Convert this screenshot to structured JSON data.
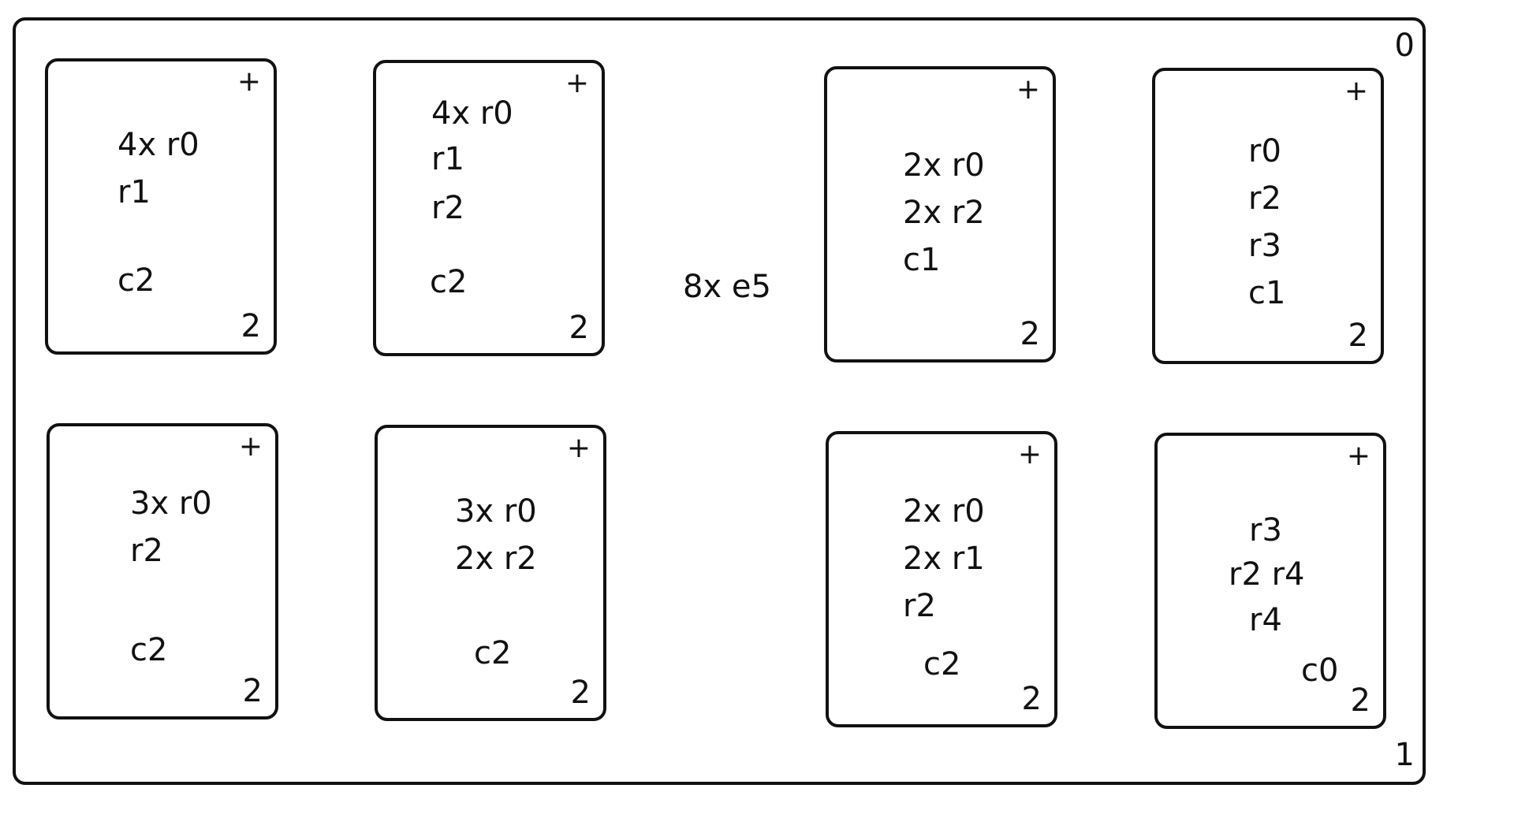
{
  "outer": {
    "top_right_label": "0",
    "bottom_right_label": "1"
  },
  "center_label": "8x e5",
  "cards": [
    {
      "plus": "+",
      "count": "2",
      "lines": [
        "4x r0",
        "r1",
        "c2"
      ]
    },
    {
      "plus": "+",
      "count": "2",
      "lines": [
        "4x r0",
        "r1",
        "r2",
        "c2"
      ]
    },
    {
      "plus": "+",
      "count": "2",
      "lines": [
        "2x r0",
        "2x r2",
        "c1"
      ]
    },
    {
      "plus": "+",
      "count": "2",
      "lines": [
        "r0",
        "r2",
        "r3",
        "c1"
      ]
    },
    {
      "plus": "+",
      "count": "2",
      "lines": [
        "3x r0",
        "r2",
        "c2"
      ]
    },
    {
      "plus": "+",
      "count": "2",
      "lines": [
        "3x r0",
        "2x r2",
        "c2"
      ]
    },
    {
      "plus": "+",
      "count": "2",
      "lines": [
        "2x r0",
        "2x r1",
        "r2",
        "c2"
      ]
    },
    {
      "plus": "+",
      "count": "2",
      "lines": [
        "r3",
        "r2 r4",
        "r4",
        "c0"
      ]
    }
  ]
}
